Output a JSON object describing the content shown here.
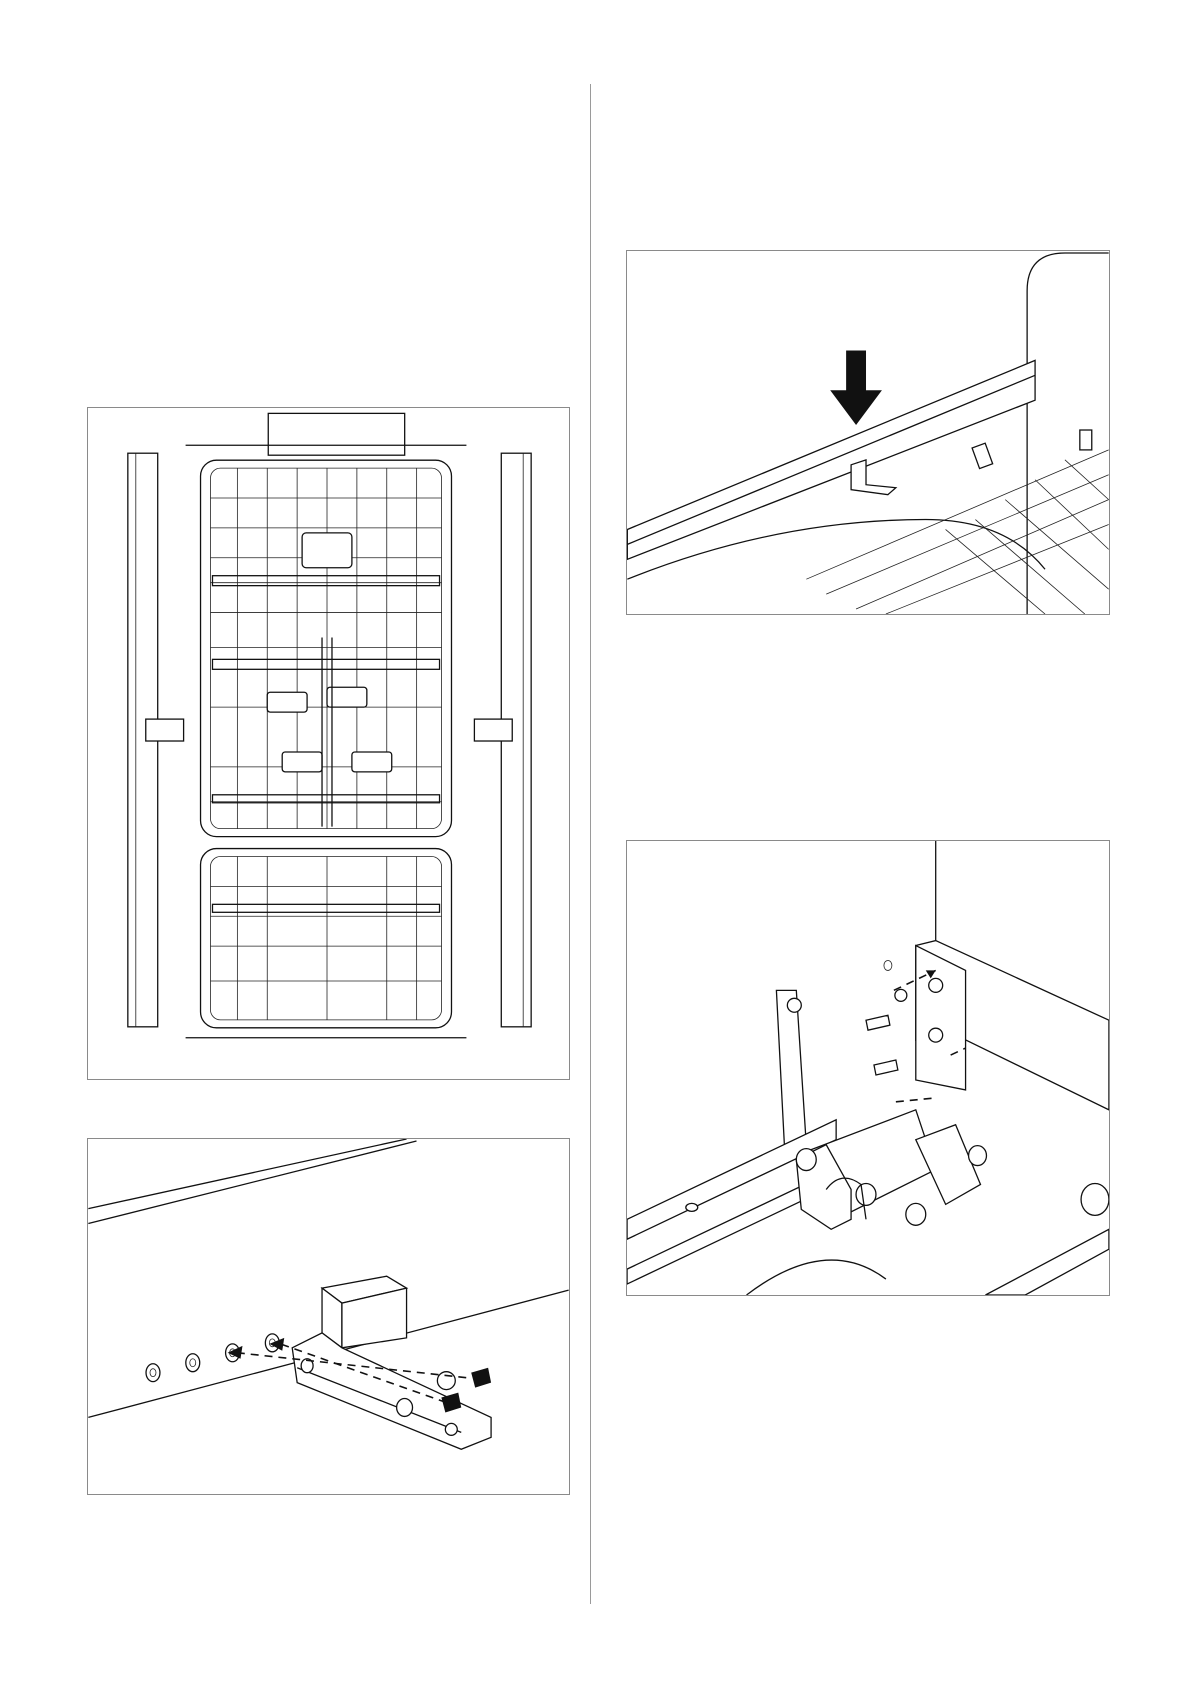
{
  "page": {
    "figures": [
      {
        "id": "bed-frame-top-view",
        "icon": "bed-frame-top-view-illustration"
      },
      {
        "id": "side-rail-bracket-mounting",
        "icon": "bracket-screws-exploded-illustration"
      },
      {
        "id": "side-rail-insertion-headboard",
        "icon": "down-arrow-rail-illustration"
      },
      {
        "id": "hinge-bracket-screws",
        "icon": "hinge-bracket-exploded-illustration"
      }
    ]
  }
}
